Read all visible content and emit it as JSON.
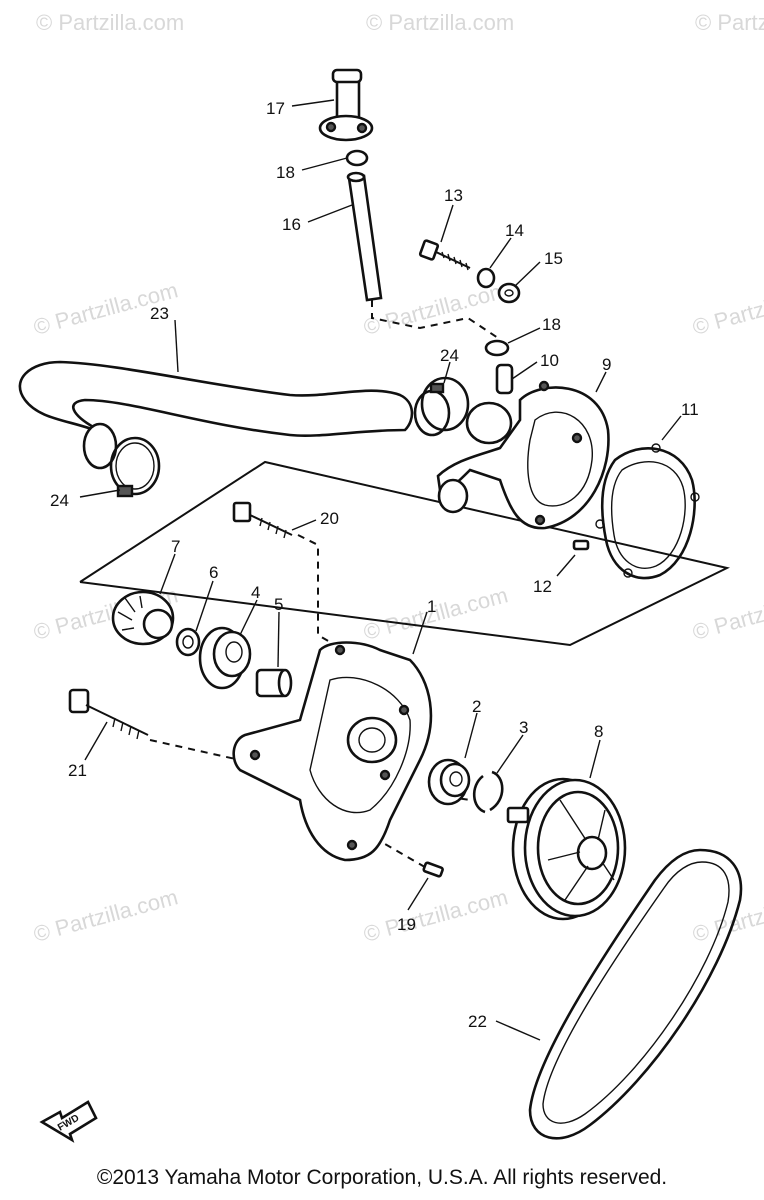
{
  "watermark": "© Partzilla.com",
  "copyright": "©2013 Yamaha Motor Corporation, U.S.A. All rights reserved.",
  "fwd_label": "FWD",
  "callouts": [
    "1",
    "2",
    "3",
    "4",
    "5",
    "6",
    "7",
    "8",
    "9",
    "10",
    "11",
    "12",
    "13",
    "14",
    "15",
    "16",
    "17",
    "18",
    "18",
    "19",
    "20",
    "21",
    "22",
    "23",
    "24",
    "24"
  ]
}
